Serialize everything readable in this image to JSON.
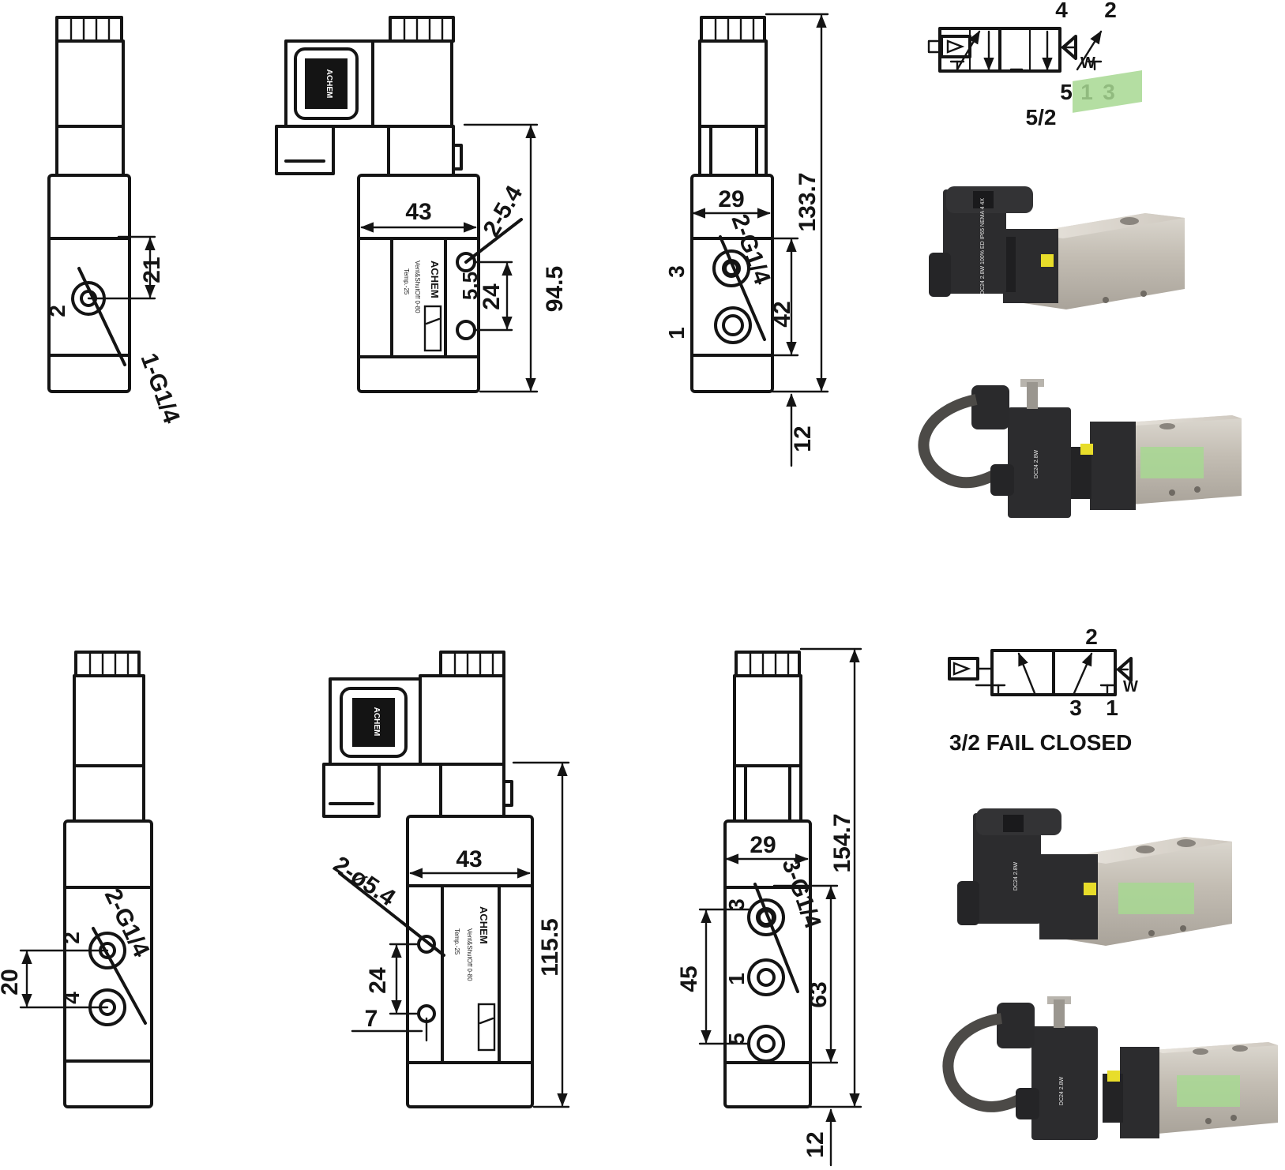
{
  "top_row": {
    "front": {
      "port_label": "2",
      "thread_label": "1-G1/4",
      "dim_vertical": "21"
    },
    "side": {
      "width_dim": "43",
      "hole_label": "2-5.4",
      "small_dim": "5.5",
      "spacing_dim": "24",
      "height_dim": "94.5",
      "brand_text": "ACHEM",
      "temp_text": "Temp.-25",
      "model_text": "Vent&ShutOff 0-80"
    },
    "rear": {
      "width_dim": "29",
      "thread_label": "2-G1/4",
      "port_upper": "3",
      "port_lower": "1",
      "offset_dim": "42",
      "total_dim": "133.7",
      "bottom_dim": "12"
    },
    "symbol": {
      "ports_top": [
        "4",
        "2"
      ],
      "ports_bottom": [
        "5",
        "1",
        "3"
      ],
      "caption": "5/2",
      "spring_letter": "W"
    }
  },
  "bottom_row": {
    "front": {
      "thread_label": "2-G1/4",
      "port_upper": "2",
      "port_lower": "4",
      "dim_vertical": "20"
    },
    "side": {
      "width_dim": "43",
      "hole_label": "2-ø5.4",
      "spacing_dim": "24",
      "small_dim": "7",
      "height_dim": "115.5",
      "brand_text": "ACHEM",
      "temp_text": "Temp.-25",
      "model_text": "Vent&ShutOff 0-80"
    },
    "rear": {
      "width_dim": "29",
      "thread_label": "3-G1/4",
      "port_top": "3",
      "port_mid": "1",
      "port_bot": "5",
      "spacing_dim": "45",
      "offset_dim": "63",
      "total_dim": "154.7",
      "bottom_dim": "12"
    },
    "symbol": {
      "ports_top": [
        "2"
      ],
      "ports_bottom": [
        "3",
        "1"
      ],
      "caption": "3/2 FAIL CLOSED",
      "spring_letter": "W"
    }
  },
  "photos": {
    "coil_text": "DC24 2.8W 100% ED IP65 NEMA 4 4X"
  },
  "colors": {
    "ink": "#141414",
    "paper": "#ffffff",
    "coil": "#2c2c2e",
    "valve_body": "#cdc8c0",
    "label_green": "#9fd08a",
    "indicator": "#e8dd2a"
  }
}
